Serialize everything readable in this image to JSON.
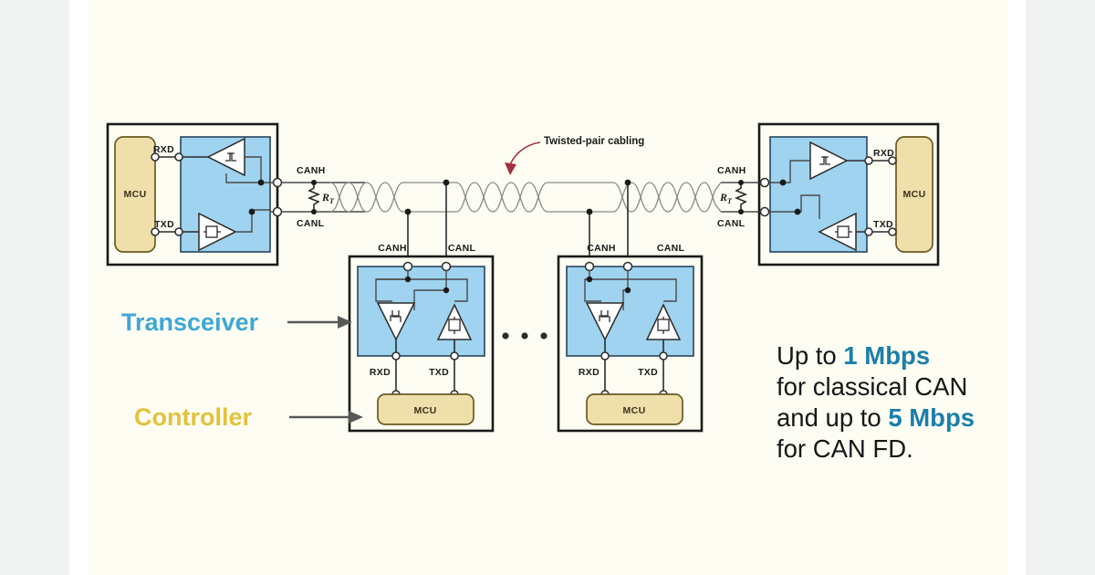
{
  "figure": {
    "title": "CAN bus network topology diagram",
    "background_color": "#fdfdf3",
    "edge_band_color": "#f1f3f3",
    "transceiver_color": "#9fd3ef",
    "controller_color": "#efdfab",
    "accent_blue": "#3fa7d6",
    "accent_gold": "#e3c23c",
    "accent_teal": "#1b7fa8",
    "arrow_red": "#a33040"
  },
  "annotations": {
    "twisted_pair": "Twisted-pair cabling",
    "transceiver_callout": "Transceiver",
    "controller_callout": "Controller"
  },
  "speed_note": {
    "line1_pre": "Up to ",
    "line1_bold": "1 Mbps",
    "line2": "for classical CAN",
    "line3_pre": "and up to ",
    "line3_bold": "5 Mbps",
    "line4": "for CAN FD."
  },
  "signals": {
    "rxd": "RXD",
    "txd": "TXD",
    "canh": "CANH",
    "canl": "CANL",
    "mcu": "MCU",
    "resistor": "R",
    "resistor_sub": "T"
  },
  "nodes": [
    {
      "id": "node-left",
      "position": "left-end",
      "mcu_label": "MCU",
      "pins": [
        "RXD",
        "TXD"
      ],
      "bus_labels": [
        "CANH",
        "CANL"
      ],
      "terminated": true,
      "terminator_label": "R",
      "terminator_sub": "T"
    },
    {
      "id": "node-bottom-1",
      "position": "bottom-middle-left",
      "mcu_label": "MCU",
      "pins": [
        "RXD",
        "TXD"
      ],
      "bus_labels": [
        "CANH",
        "CANL"
      ],
      "terminated": false
    },
    {
      "id": "node-bottom-2",
      "position": "bottom-middle-right",
      "mcu_label": "MCU",
      "pins": [
        "RXD",
        "TXD"
      ],
      "bus_labels": [
        "CANH",
        "CANL"
      ],
      "terminated": false
    },
    {
      "id": "node-right",
      "position": "right-end",
      "mcu_label": "MCU",
      "pins": [
        "RXD",
        "TXD"
      ],
      "bus_labels": [
        "CANH",
        "CANL"
      ],
      "terminated": true,
      "terminator_label": "R",
      "terminator_sub": "T"
    }
  ],
  "ellipsis": "• • •"
}
